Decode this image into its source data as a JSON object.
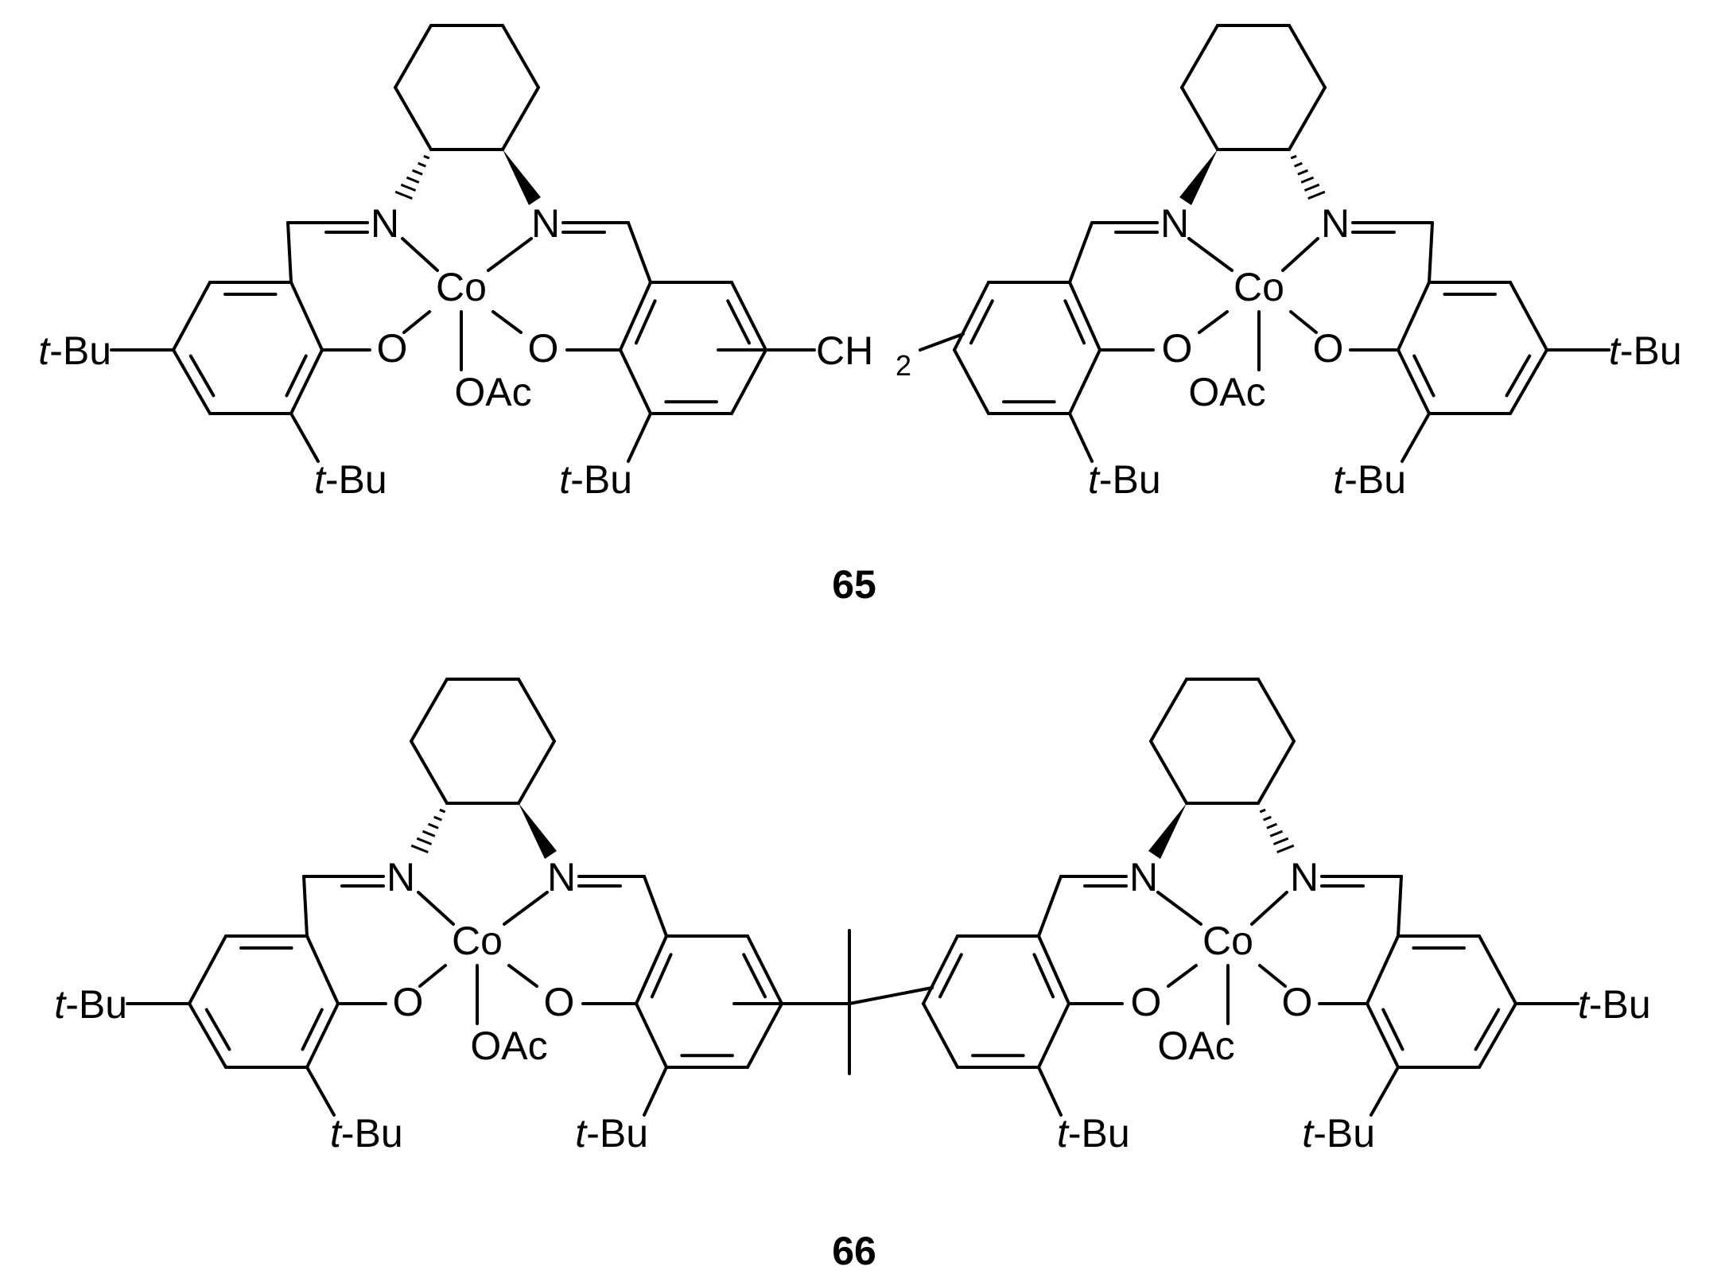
{
  "structures": [
    {
      "id": "compound-65",
      "compound_number": "65",
      "bridge": "CH2",
      "bridge_label": "CH",
      "bridge_subscript": "2",
      "labels": {
        "n_left": "N",
        "n_right": "N",
        "cobalt": "Co",
        "oxygen": "O",
        "acetate": "OAc",
        "tbu_prefix": "t",
        "tbu_suffix": "-Bu"
      }
    },
    {
      "id": "compound-66",
      "compound_number": "66",
      "bridge": "C(CH3)2",
      "labels": {
        "n_left": "N",
        "n_right": "N",
        "cobalt": "Co",
        "oxygen": "O",
        "acetate": "OAc",
        "tbu_prefix": "t",
        "tbu_suffix": "-Bu"
      }
    }
  ]
}
